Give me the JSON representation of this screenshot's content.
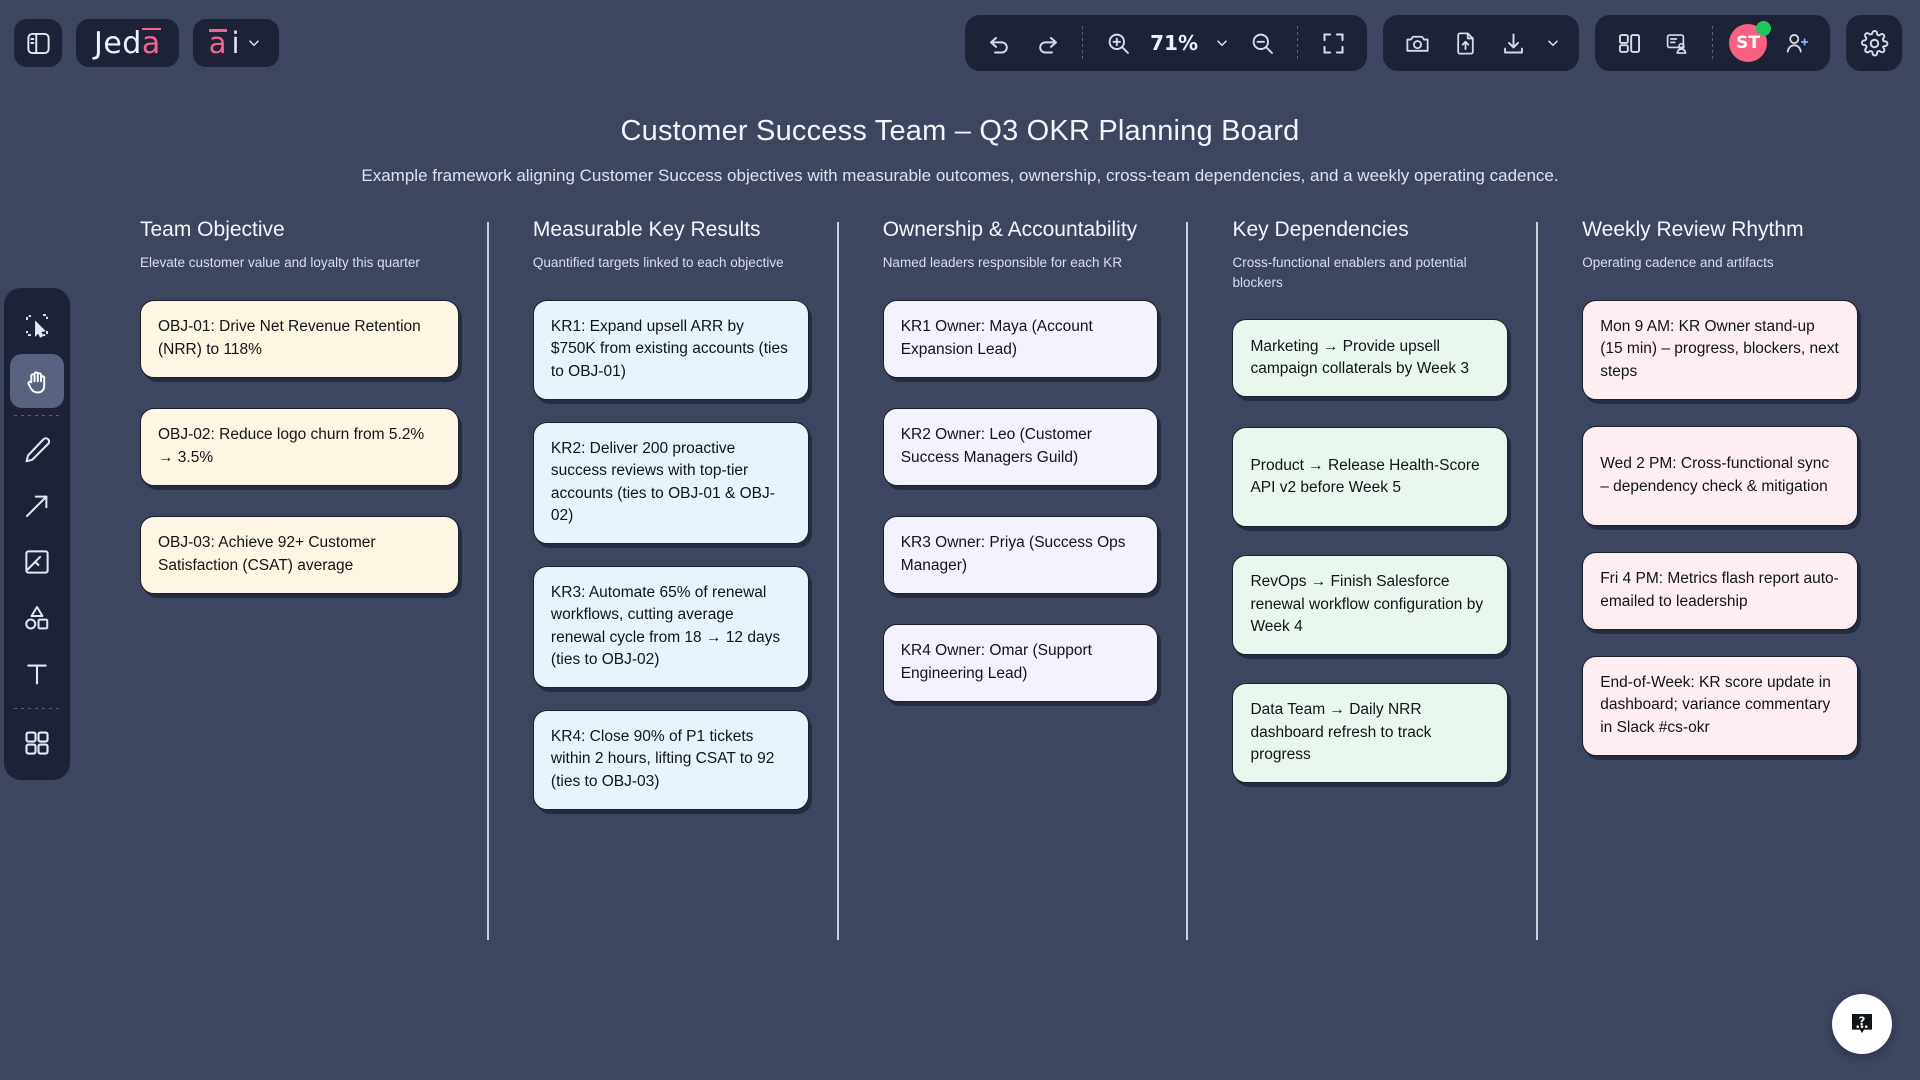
{
  "app": {
    "logo_text": "Jed",
    "logo_accent": "a",
    "ai_a": "a",
    "ai_i": "i",
    "accent_color": "#f2668b",
    "panel_color": "#1d2237",
    "canvas_color": "#3d455f"
  },
  "toolbar": {
    "sidebar_toggle": "sidebar-toggle",
    "undo": "Undo",
    "redo": "Redo",
    "zoom_in": "Zoom in",
    "zoom_level": "71%",
    "zoom_out": "Zoom out",
    "fit_screen": "Fit to screen",
    "screenshot": "Screenshot",
    "upload": "Upload",
    "download": "Download",
    "download_more": "More download options",
    "layout": "Layout",
    "present": "Present",
    "avatar_initials": "ST",
    "add_user": "Invite",
    "settings": "Settings"
  },
  "tools": [
    {
      "name": "select-tool",
      "label": "Select"
    },
    {
      "name": "hand-tool",
      "label": "Hand",
      "active": true
    },
    {
      "name": "pen-tool",
      "label": "Pen"
    },
    {
      "name": "arrow-tool",
      "label": "Arrow"
    },
    {
      "name": "image-tool",
      "label": "Image"
    },
    {
      "name": "shapes-tool",
      "label": "Shapes"
    },
    {
      "name": "text-tool",
      "label": "Text"
    },
    {
      "name": "apps-tool",
      "label": "Apps"
    }
  ],
  "board": {
    "title": "Customer Success Team – Q3 OKR Planning Board",
    "subtitle": "Example framework aligning Customer Success objectives with measurable outcomes, ownership, cross-team dependencies, and a weekly operating cadence."
  },
  "columns": [
    {
      "title": "Team Objective",
      "desc": "Elevate customer value and loyalty this quarter",
      "card_bg": "#fdf6e3",
      "cards": [
        {
          "text": "OBJ-01: Drive Net Revenue Retention (NRR) to 118%",
          "h": "h2",
          "gap": 30
        },
        {
          "text": "OBJ-02: Reduce logo churn from 5.2% → 3.5%",
          "h": "h2",
          "gap": 30
        },
        {
          "text": "OBJ-03: Achieve 92+ Customer Satisfaction (CSAT) average",
          "h": "h2",
          "gap": 0
        }
      ]
    },
    {
      "title": "Measurable Key Results",
      "desc": "Quantified targets linked to each objective",
      "card_bg": "#e8f4fb",
      "cards": [
        {
          "text": "KR1: Expand upsell ARR by $750K from existing accounts (ties to OBJ-01)",
          "h": "h3",
          "gap": 22
        },
        {
          "text": "KR2: Deliver 200 proactive success reviews with top-tier accounts (ties to OBJ-01 & OBJ-02)",
          "h": "h4",
          "gap": 22
        },
        {
          "text": "KR3: Automate 65% of renewal workflows, cutting average renewal cycle from 18 → 12 days (ties to OBJ-02)",
          "h": "h4",
          "gap": 22
        },
        {
          "text": "KR4: Close 90% of P1 tickets within 2 hours, lifting CSAT to 92 (ties to OBJ-03)",
          "h": "h3",
          "gap": 0
        }
      ]
    },
    {
      "title": "Ownership & Accountability",
      "desc": "Named leaders responsible for each KR",
      "card_bg": "#f4f2fc",
      "cards": [
        {
          "text": "KR1 Owner: Maya (Account Expansion Lead)",
          "h": "h2",
          "gap": 30
        },
        {
          "text": "KR2 Owner: Leo (Customer Success Managers Guild)",
          "h": "h2",
          "gap": 30
        },
        {
          "text": "KR3 Owner: Priya (Success Ops Manager)",
          "h": "h2",
          "gap": 30
        },
        {
          "text": "KR4 Owner: Omar (Support Engineering Lead)",
          "h": "h2",
          "gap": 0
        }
      ]
    },
    {
      "title": "Key Dependencies",
      "desc": "Cross-functional enablers and potential blockers",
      "card_bg": "#eaf7ee",
      "cards": [
        {
          "text": "Marketing → Provide upsell campaign collaterals by Week 3",
          "h": "h2",
          "gap": 30
        },
        {
          "text": "Product → Release Health-Score API v2 before Week 5",
          "h": "h3",
          "gap": 28
        },
        {
          "text": "RevOps → Finish Salesforce renewal workflow configuration by Week 4",
          "h": "h3",
          "gap": 28
        },
        {
          "text": "Data Team → Daily NRR dashboard refresh to track progress",
          "h": "h3",
          "gap": 0
        }
      ]
    },
    {
      "title": "Weekly Review Rhythm",
      "desc": "Operating cadence and artifacts",
      "card_bg": "#fdeff1",
      "cards": [
        {
          "text": "Mon 9 AM: KR Owner stand-up (15 min) – progress, blockers, next steps",
          "h": "h3",
          "gap": 26
        },
        {
          "text": "Wed 2 PM: Cross-functional sync – dependency check & mitigation",
          "h": "h3",
          "gap": 26
        },
        {
          "text": "Fri 4 PM: Metrics flash report auto-emailed to leadership",
          "h": "h2",
          "gap": 26
        },
        {
          "text": "End-of-Week: KR score update in dashboard; variance commentary in Slack #cs-okr",
          "h": "h3",
          "gap": 0
        }
      ]
    }
  ],
  "help": {
    "label": "?"
  }
}
